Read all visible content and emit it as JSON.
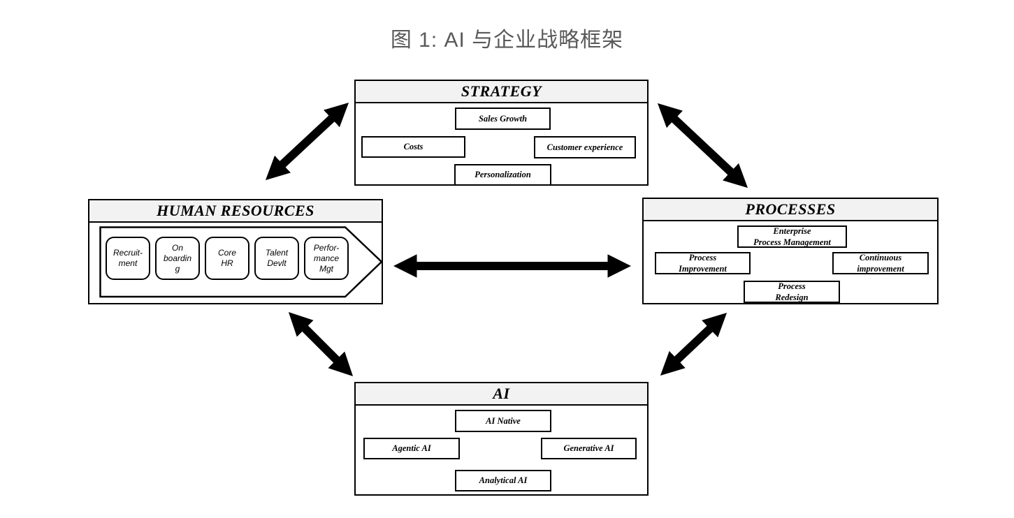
{
  "title": "图 1: AI 与企业战略框架",
  "colors": {
    "panel_header_fill": "#f2f2f2",
    "panel_border": "#000000",
    "title_text": "#595959",
    "arrow": "#000000"
  },
  "panels": {
    "strategy": {
      "header": "STRATEGY",
      "boxes": {
        "top": "Sales Growth",
        "left": "Costs",
        "right": "Customer experience",
        "bottom": "Personalization"
      }
    },
    "human_resources": {
      "header": "HUMAN RESOURCES",
      "stages": [
        {
          "label": "Recruit-\nment"
        },
        {
          "label": "On\nboardin\ng"
        },
        {
          "label": "Core\nHR"
        },
        {
          "label": "Talent\nDevlt"
        },
        {
          "label": "Perfor-\nmance\nMgt"
        }
      ]
    },
    "processes": {
      "header": "PROCESSES",
      "boxes": {
        "top": "Enterprise\nProcess Management",
        "left": "Process\nImprovement",
        "right": "Continuous\nimprovement",
        "bottom": "Process\nRedesign"
      }
    },
    "ai": {
      "header": "AI",
      "boxes": {
        "top": "AI Native",
        "left": "Agentic AI",
        "right": "Generative AI",
        "bottom": "Analytical AI"
      }
    }
  },
  "connections": [
    {
      "from": "HUMAN RESOURCES",
      "to": "STRATEGY",
      "bidirectional": true
    },
    {
      "from": "STRATEGY",
      "to": "PROCESSES",
      "bidirectional": true
    },
    {
      "from": "HUMAN RESOURCES",
      "to": "PROCESSES",
      "bidirectional": true
    },
    {
      "from": "HUMAN RESOURCES",
      "to": "AI",
      "bidirectional": true
    },
    {
      "from": "PROCESSES",
      "to": "AI",
      "bidirectional": true
    }
  ]
}
